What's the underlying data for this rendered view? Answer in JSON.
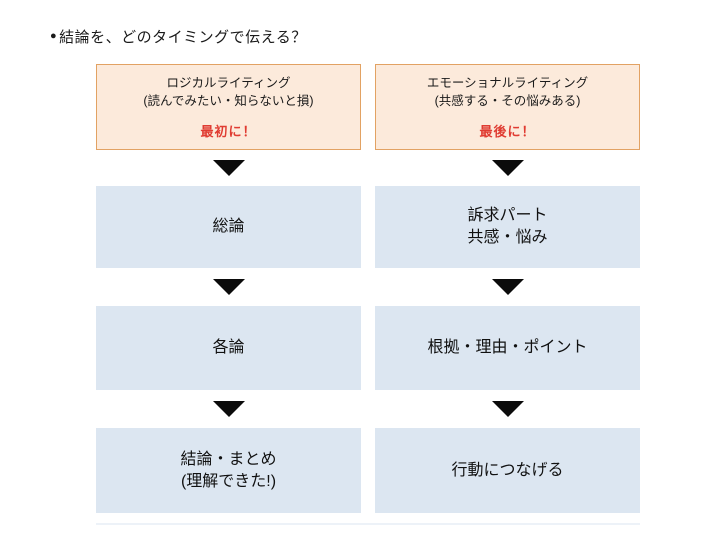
{
  "slide": {
    "title_bullet": "●",
    "title": "結論を、どのタイミングで伝える？",
    "colors": {
      "header_fill": "#FCEADB",
      "header_border": "#E2A263",
      "step_fill": "#DCE6F1",
      "timing_text": "#E03C32",
      "arrow": "#0b0b0b",
      "background": "#ffffff"
    },
    "icons": {
      "arrow_down_icon": "css-triangle-down",
      "bullet_icon": "●"
    },
    "columns": [
      {
        "id": "logical-writing",
        "header": {
          "line1": "ロジカルライティング",
          "line2": "(読んでみたい・知らないと損)",
          "timing": "最初に！"
        },
        "steps": [
          {
            "lines": [
              "総論"
            ]
          },
          {
            "lines": [
              "各論"
            ]
          },
          {
            "lines": [
              "結論・まとめ",
              "(理解できた!)"
            ]
          }
        ]
      },
      {
        "id": "emotional-writing",
        "header": {
          "line1": "エモーショナルライティング",
          "line2": "(共感する・その悩みある)",
          "timing": "最後に！"
        },
        "steps": [
          {
            "lines": [
              "訴求パート",
              "共感・悩み"
            ]
          },
          {
            "lines": [
              "根拠・理由・ポイント"
            ]
          },
          {
            "lines": [
              "行動につなげる"
            ]
          }
        ]
      }
    ]
  }
}
